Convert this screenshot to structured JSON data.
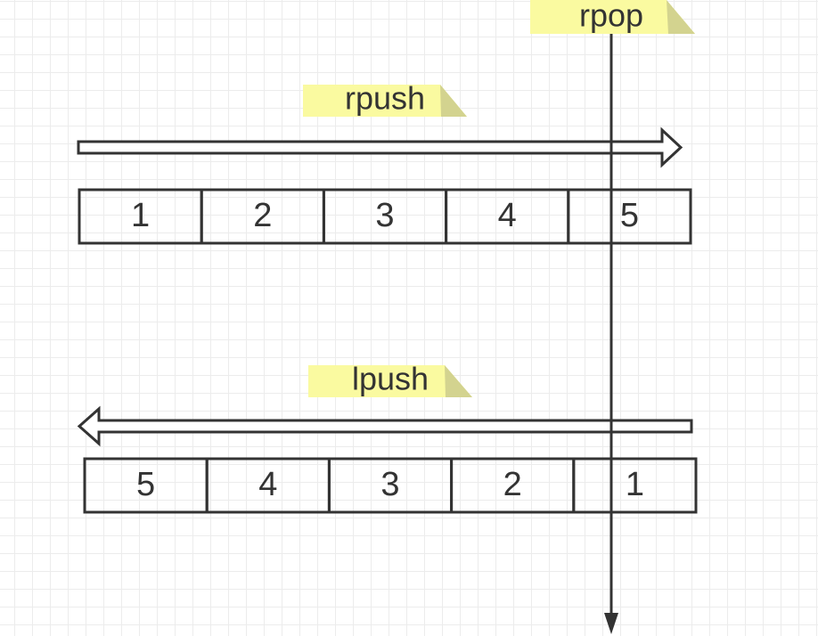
{
  "labels": {
    "rpop": "rpop",
    "rpush": "rpush",
    "lpush": "lpush"
  },
  "rpush_list": [
    "1",
    "2",
    "3",
    "4",
    "5"
  ],
  "lpush_list": [
    "5",
    "4",
    "3",
    "2",
    "1"
  ],
  "colors": {
    "note_fill": "#fafaa0",
    "note_fold": "#d3d38f",
    "stroke": "#333333",
    "text": "#333333"
  }
}
